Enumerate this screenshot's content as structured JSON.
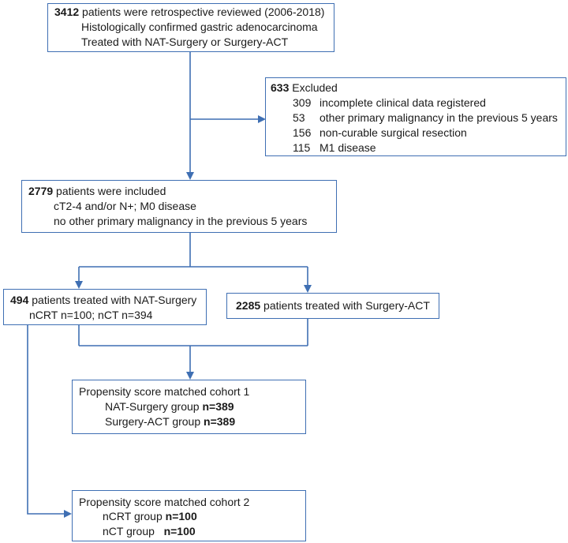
{
  "box1": {
    "count": "3412",
    "text": " patients were retrospective reviewed  (2006-2018)",
    "line2": "Histologically confirmed gastric adenocarcinoma",
    "line3": "Treated with NAT-Surgery or Surgery-ACT"
  },
  "excluded": {
    "count": "633",
    "label": " Excluded",
    "items": [
      {
        "n": "309",
        "text": "incomplete clinical data registered"
      },
      {
        "n": "53",
        "text": "other primary malignancy in the previous 5 years"
      },
      {
        "n": "156",
        "text": "non-curable surgical resection"
      },
      {
        "n": "115",
        "text": "M1 disease"
      }
    ]
  },
  "included": {
    "count": "2779",
    "text": " patients were included",
    "line2": "cT2-4 and/or N+; M0 disease",
    "line3": "no other primary malignancy in the previous 5 years"
  },
  "nat": {
    "count": "494",
    "text": " patients treated with NAT-Surgery",
    "line2": "nCRT n=100; nCT n=394"
  },
  "act": {
    "count": "2285",
    "text": " patients treated with Surgery-ACT"
  },
  "cohort1": {
    "title": "Propensity score matched cohort 1",
    "row1_label": "NAT-Surgery group ",
    "row1_value": "n=389",
    "row2_label": "Surgery-ACT group ",
    "row2_value": "n=389"
  },
  "cohort2": {
    "title": "Propensity score matched cohort 2",
    "row1_label": "nCRT group ",
    "row1_value": "n=100",
    "row2_label": "nCT group   ",
    "row2_value": "n=100"
  },
  "colors": {
    "line": "#3f6fb3",
    "border": "#3f6fb3"
  }
}
